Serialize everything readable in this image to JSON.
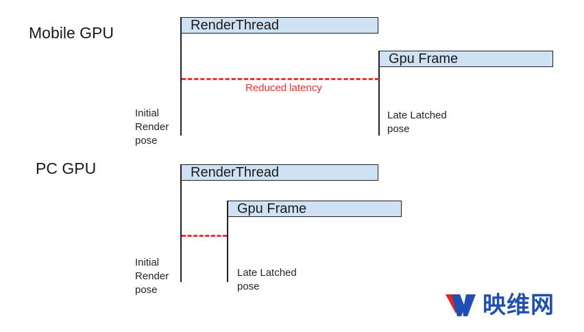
{
  "mobile": {
    "title": "Mobile GPU",
    "render_thread_label": "RenderThread",
    "gpu_frame_label": "Gpu Frame",
    "latency_label": "Reduced latency",
    "initial_pose_label": "Initial\nRender\npose",
    "late_pose_label": "Late Latched\npose"
  },
  "pc": {
    "title": "PC GPU",
    "render_thread_label": "RenderThread",
    "gpu_frame_label": "Gpu Frame",
    "initial_pose_label": "Initial\nRender\npose",
    "late_pose_label": "Late Latched\npose"
  },
  "watermark": {
    "text": "映维网"
  },
  "colors": {
    "bar_fill": "#cfe2f3",
    "dash": "#ff2a2a",
    "logo_blue": "#1f4fb4",
    "logo_red": "#e8231f"
  }
}
